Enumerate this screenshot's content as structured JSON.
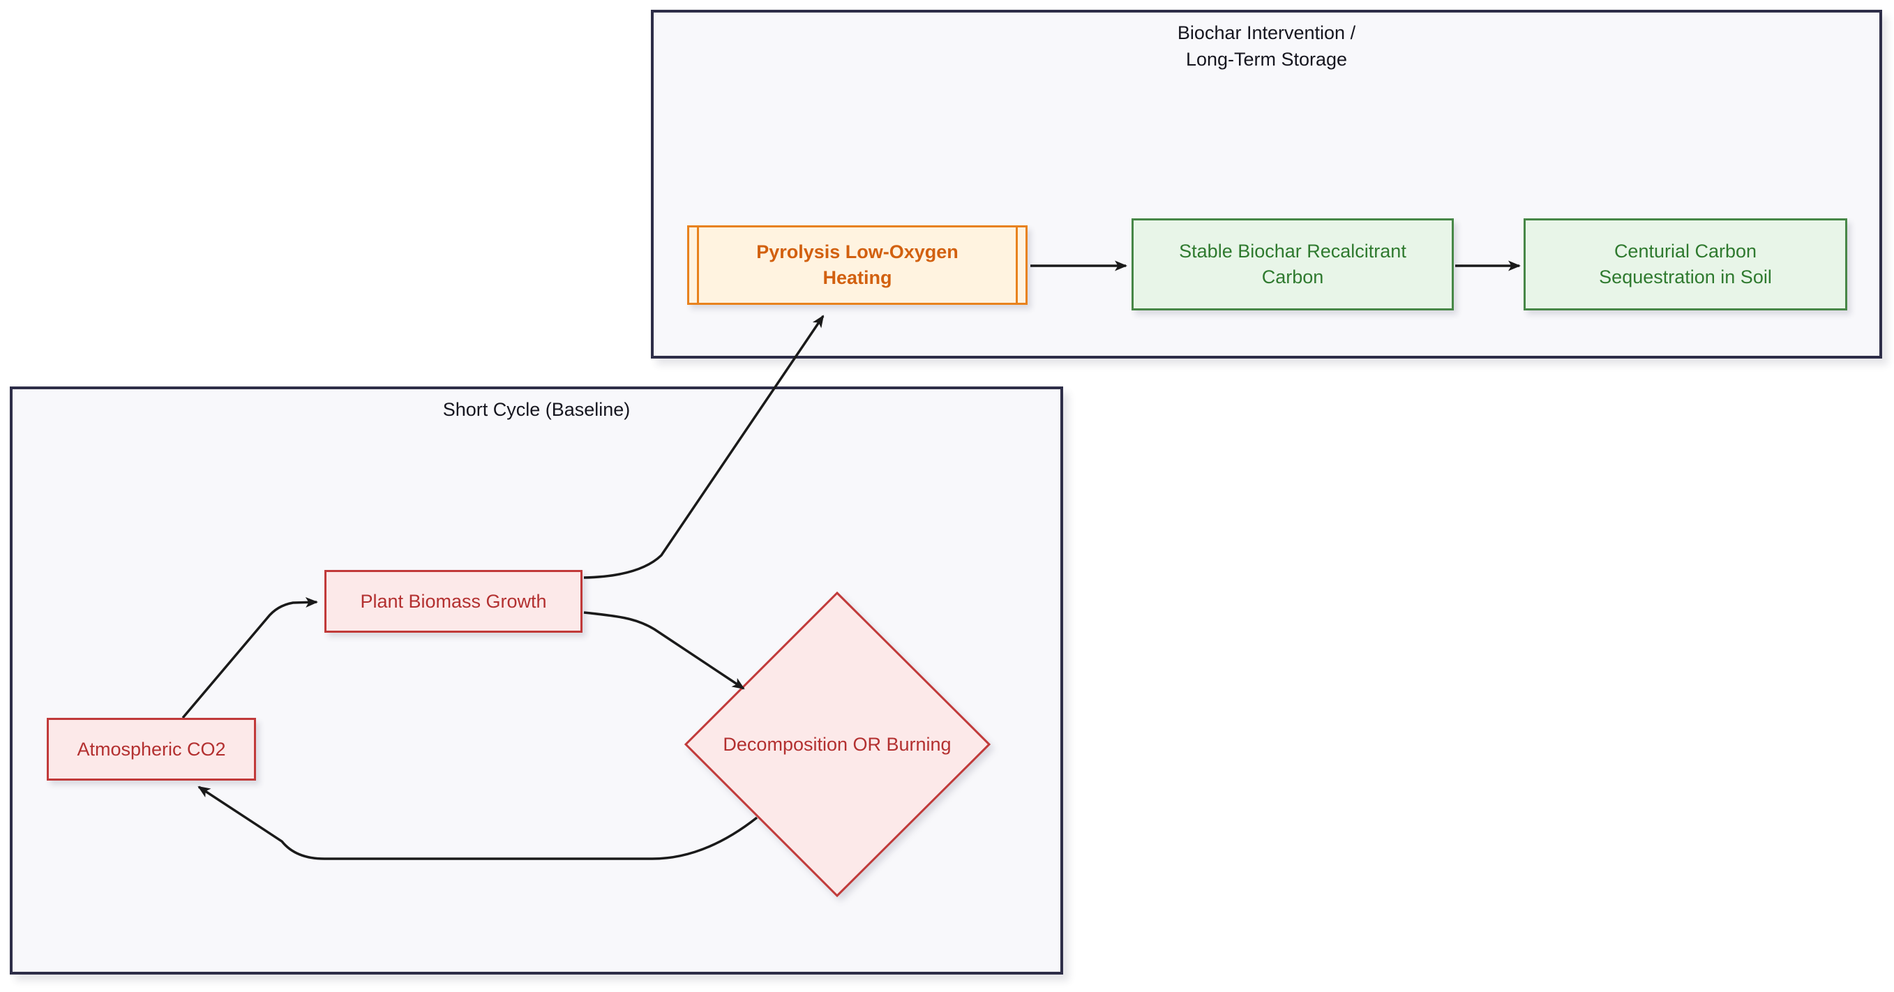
{
  "diagram": {
    "type": "flowchart",
    "subgraphs": [
      {
        "id": "biochar",
        "title_line1": "Biochar Intervention /",
        "title_line2": "Long-Term Storage"
      },
      {
        "id": "short-cycle",
        "title": "Short Cycle (Baseline)"
      }
    ],
    "nodes": {
      "pyrolysis": {
        "shape": "subroutine",
        "line1": "Pyrolysis Low-Oxygen",
        "line2": "Heating",
        "subgraph": "biochar"
      },
      "stable": {
        "shape": "rect",
        "line1": "Stable Biochar Recalcitrant",
        "line2": "Carbon",
        "subgraph": "biochar"
      },
      "centurial": {
        "shape": "rect",
        "line1": "Centurial Carbon",
        "line2": "Sequestration in Soil",
        "subgraph": "biochar"
      },
      "plant": {
        "shape": "rect",
        "label": "Plant Biomass Growth",
        "subgraph": "short-cycle"
      },
      "co2": {
        "shape": "rect",
        "label": "Atmospheric CO2",
        "subgraph": "short-cycle"
      },
      "decomposition": {
        "shape": "diamond",
        "label": "Decomposition OR Burning",
        "subgraph": "short-cycle"
      }
    },
    "edges": [
      {
        "from": "co2",
        "to": "plant"
      },
      {
        "from": "plant",
        "to": "pyrolysis"
      },
      {
        "from": "plant",
        "to": "decomposition"
      },
      {
        "from": "decomposition",
        "to": "co2"
      },
      {
        "from": "pyrolysis",
        "to": "stable"
      },
      {
        "from": "stable",
        "to": "centurial"
      }
    ],
    "colors": {
      "ink": "#1a1a1a",
      "frame-border": "#2E2E48",
      "frame-bg": "#F8F8FB",
      "red-border": "#C13A3A",
      "red-bg": "#FCE9E9",
      "red-text": "#B33030",
      "green-border": "#478747",
      "green-bg": "#E8F5E8",
      "green-text": "#2F7A2F",
      "orange-border": "#E8821E",
      "orange-bg": "#FFF3E0",
      "orange-text": "#D2600F",
      "title-text": "#16161F"
    }
  }
}
